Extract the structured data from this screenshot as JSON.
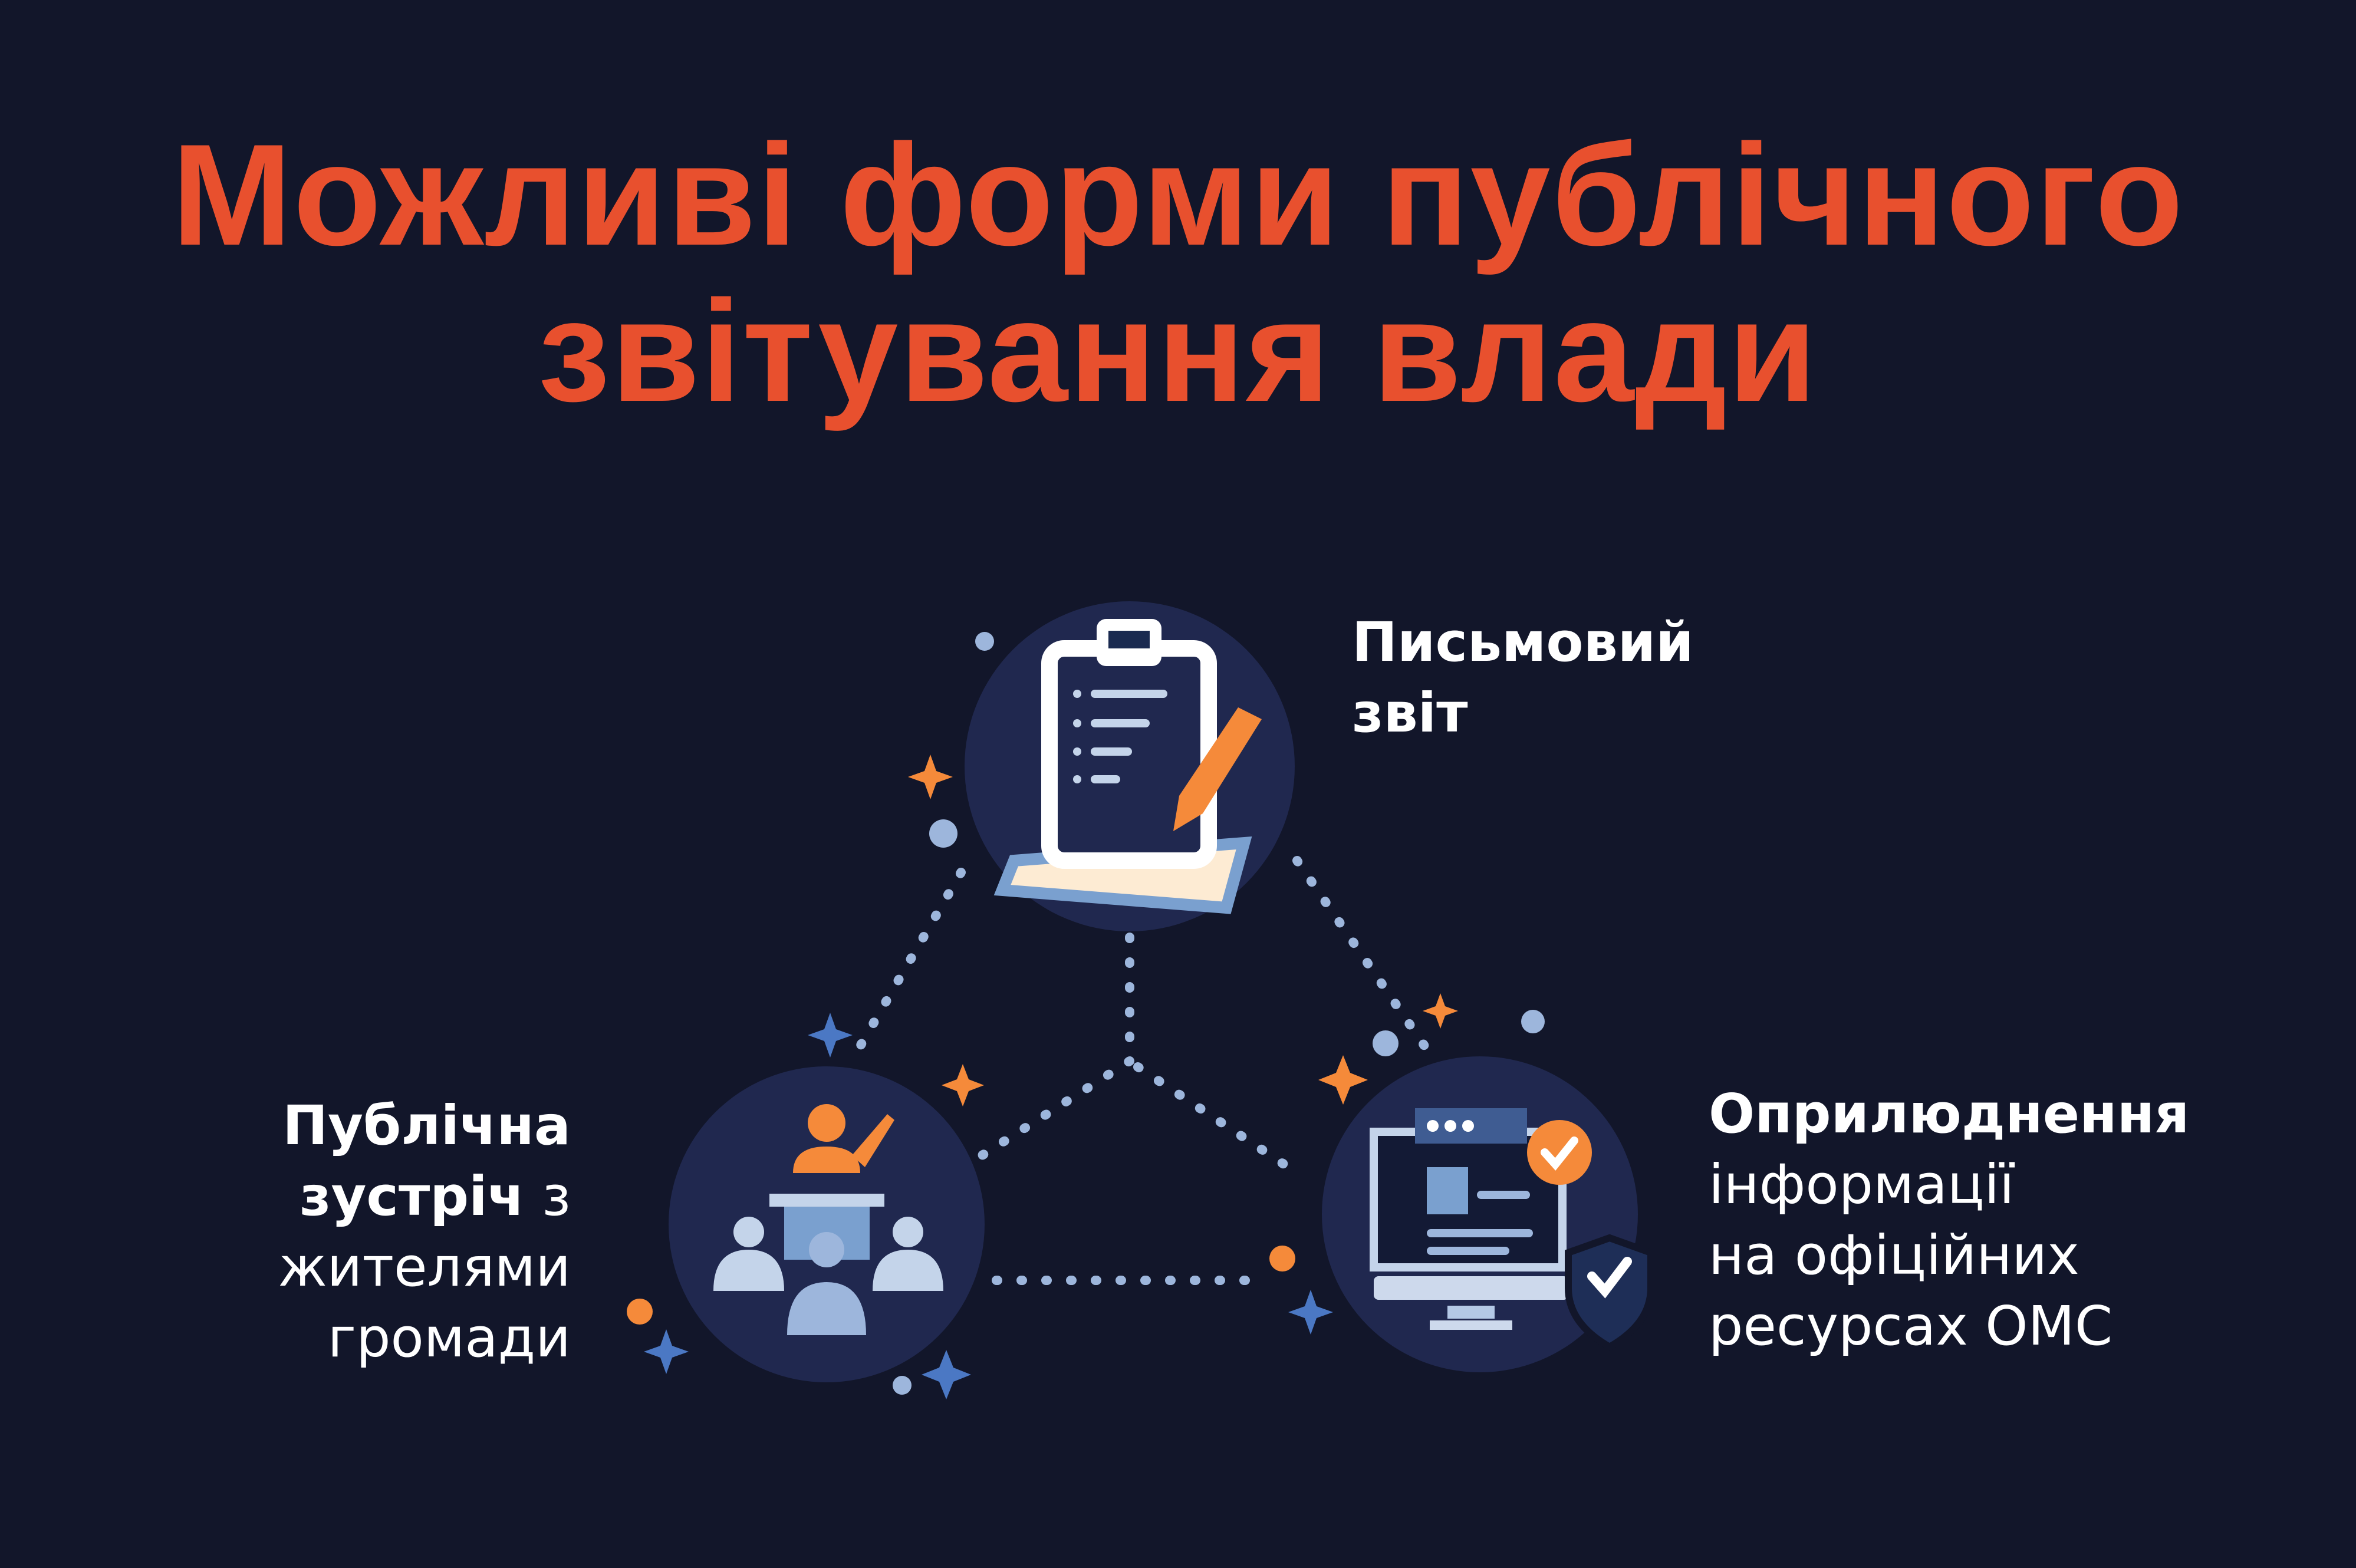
{
  "title": {
    "line1": "Можливі форми публічного",
    "line2": "звітування влади"
  },
  "forms": [
    {
      "name": "written-report",
      "lines": [
        "Письмовий",
        "звіт"
      ],
      "icon": "clipboard-pencil-icon"
    },
    {
      "name": "public-meeting",
      "bold1": "Публічна",
      "bold2": "зустріч",
      "rest2": " з",
      "line3": "жителями",
      "line4": "громади",
      "icon": "speaker-audience-icon"
    },
    {
      "name": "online-publication",
      "bold1": "Оприлюднення",
      "line2": "інформації",
      "line3": "на офіційних",
      "line4": "ресурсах ОМС",
      "icon": "monitor-shield-icon"
    }
  ],
  "colors": {
    "background": "#12162a",
    "accent": "#e8502e",
    "circle": "#20284f",
    "light_blue": "#9db6dc",
    "orange": "#f58a3a"
  }
}
